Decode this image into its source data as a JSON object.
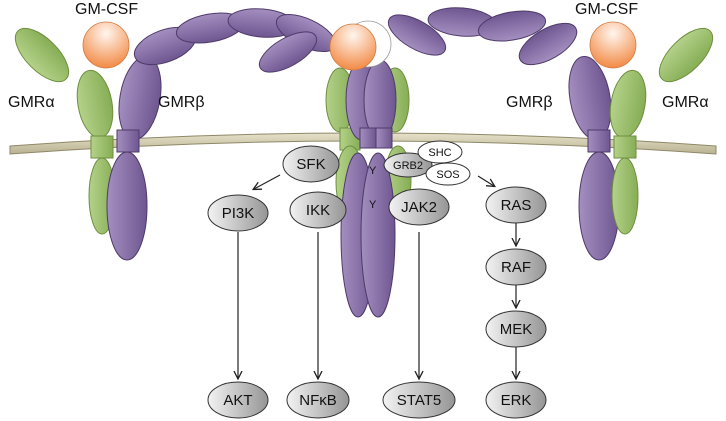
{
  "labels": {
    "ligand_left": "GM-CSF",
    "ligand_right": "GM-CSF",
    "alpha_left": "GMRα",
    "beta_left": "GMRβ",
    "beta_right": "GMRβ",
    "alpha_right": "GMRα",
    "tyr_upper": "Y",
    "tyr_lower": "Y"
  },
  "nodes": {
    "sfk": "SFK",
    "ikk": "IKK",
    "pi3k": "PI3K",
    "jak2": "JAK2",
    "grb2": "GRB2",
    "shc": "SHC",
    "sos": "SOS",
    "ras": "RAS",
    "raf": "RAF",
    "mek": "MEK",
    "erk": "ERK",
    "akt": "AKT",
    "nfkb": "NFκB",
    "stat5": "STAT5"
  },
  "colors": {
    "alpha_subunit": "#9dc06a",
    "beta_subunit": "#8a70a8",
    "ligand": "#f59a5c",
    "membrane": "#d4ceb0",
    "node_gradient_light": "#f2f2f2",
    "node_gradient_dark": "#9a9a9a"
  }
}
